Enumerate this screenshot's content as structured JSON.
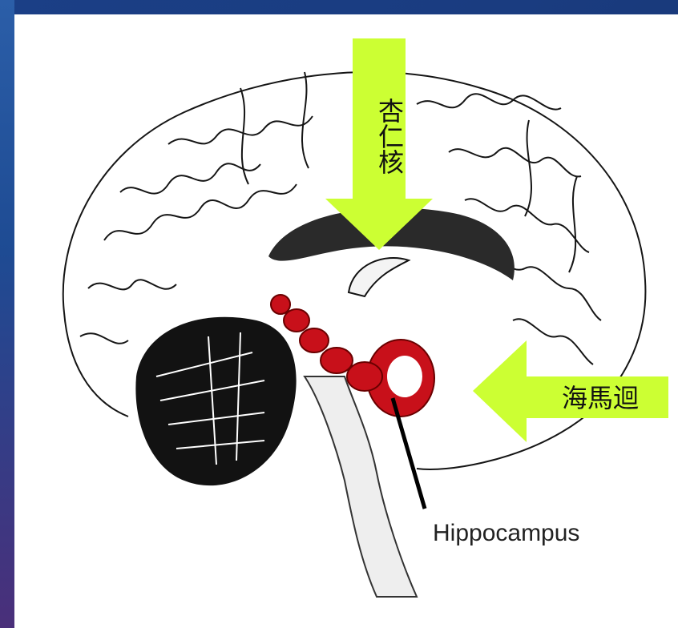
{
  "labels": {
    "amygdala_label": "杏仁核",
    "hippocampus_label_chinese": "海馬迴",
    "hippocampus_caption": "Hippocampus"
  },
  "colors": {
    "background": "#1b3f86",
    "arrow_fill": "#ccff33",
    "highlight_red": "#c8101a",
    "sketch_ink": "#111111"
  },
  "icons": [
    "down-arrow-icon",
    "left-arrow-icon",
    "pointer-line-icon"
  ]
}
